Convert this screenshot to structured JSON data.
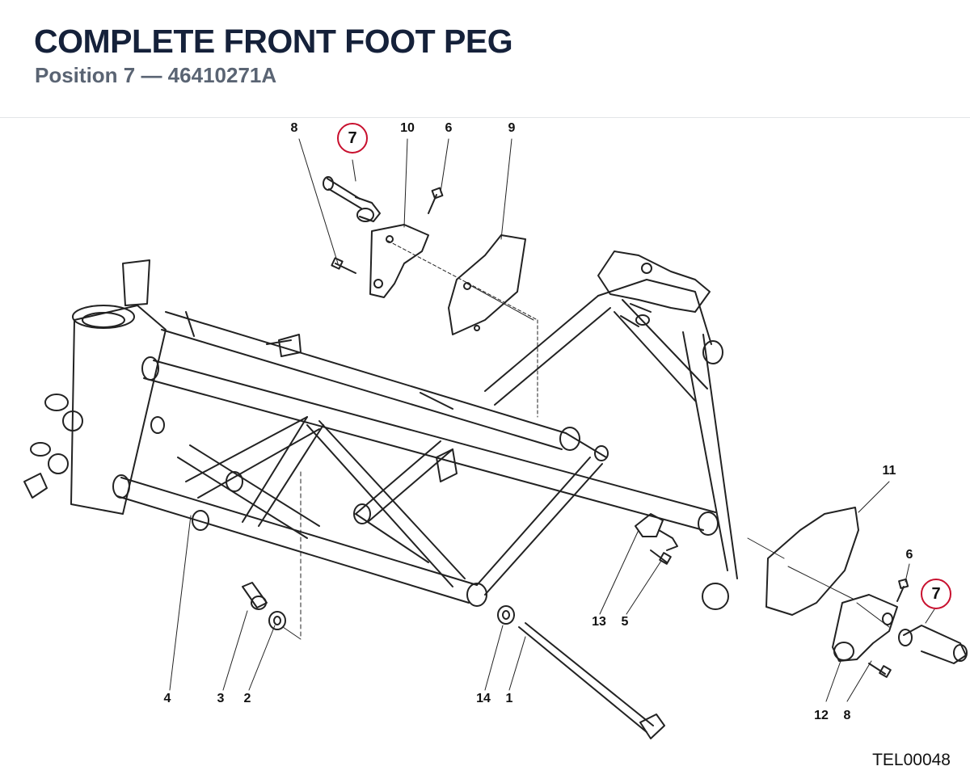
{
  "header": {
    "title": "COMPLETE FRONT FOOT PEG",
    "subtitle": "Position 7 — 46410271A"
  },
  "callouts": {
    "top_8": "8",
    "top_7": "7",
    "top_10": "10",
    "top_6": "6",
    "top_9": "9",
    "right_11": "11",
    "right_6": "6",
    "right_7": "7",
    "bottom_4": "4",
    "bottom_3": "3",
    "bottom_2": "2",
    "bottom_14": "14",
    "bottom_1": "1",
    "bottom_13": "13",
    "bottom_5": "5",
    "bottom_12": "12",
    "bottom_8": "8"
  },
  "drawing_code": "TEL00048",
  "colors": {
    "highlight": "#c8102e",
    "line": "#222222",
    "title": "#15213a"
  }
}
